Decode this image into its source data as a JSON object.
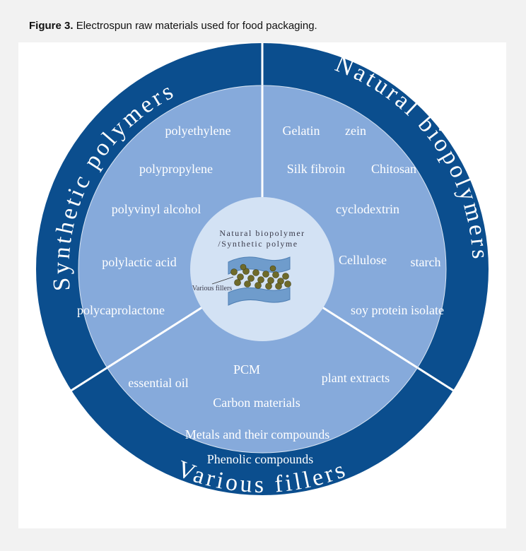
{
  "caption": {
    "label": "Figure 3.",
    "text": "Electrospun raw materials used for food packaging."
  },
  "ring": {
    "synthetic": "Synthetic polymers",
    "natural": "Natural biopolymers",
    "fillers": "Various fillers"
  },
  "center": {
    "line1": "Natural biopolymer",
    "line2": "/Synthetic polyme",
    "filler_label": "Various fillers"
  },
  "synthetic_items": [
    "polyethylene",
    "polypropylene",
    "polyvinyl alcohol",
    "polylactic acid",
    "polycaprolactone"
  ],
  "natural_items": [
    "Gelatin",
    "zein",
    "Silk fibroin",
    "Chitosan",
    "cyclodextrin",
    "Cellulose",
    "starch",
    "soy protein isolate"
  ],
  "filler_items": [
    "essential oil",
    "PCM",
    "plant extracts",
    "Carbon materials",
    "Metals and their compounds",
    "Phenolic compounds"
  ],
  "colors": {
    "ring": "#0b4e8e",
    "sector": "#86aadb",
    "center": "#d3e2f4",
    "divider": "#ffffff"
  }
}
